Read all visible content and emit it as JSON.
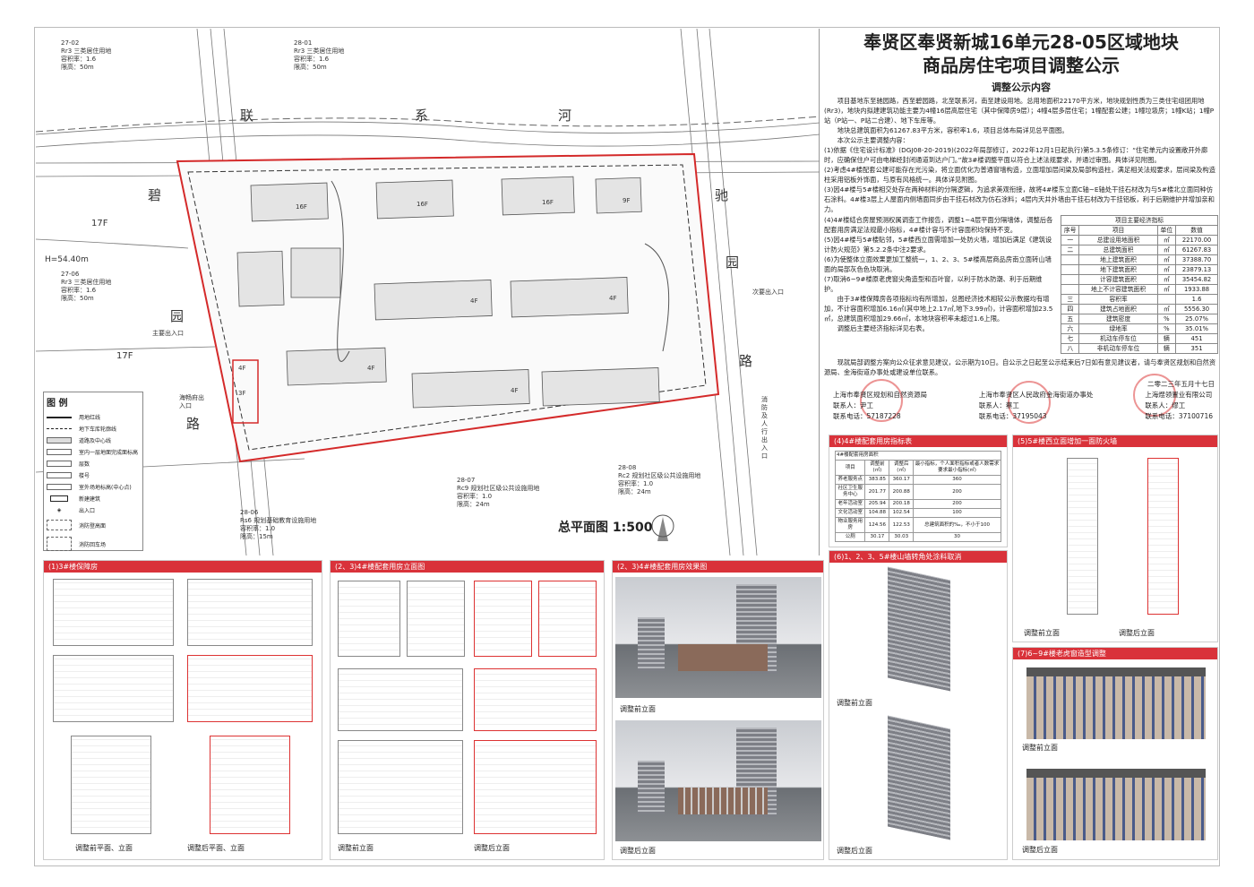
{
  "title_line1": "奉贤区奉贤新城16单元28-05区域地块",
  "title_line2": "商品房住宅项目调整公示",
  "subtitle": "调整公示内容",
  "paragraphs": {
    "p1": "项目基地东至驰园路，西至碧园路，北至联系河，南至建设用地。总用地面积22170平方米，地块规划性质为三类住宅组团用地(Rr3)，地块内拟建建筑功能主要为4幢16层高层住宅（其中保障房9层）；4幢4层多层住宅；1幢配套公建；1幢垃圾房；1幢K站；1幢P站（P站一、P站二合建）、地下车库等。",
    "p2": "地块总建筑面积为61267.83平方米，容积率1.6，项目总体布局详见总平面图。",
    "p3": "本次公示主要调整内容：",
    "i1": "(1)依据《住宅设计标准》(DGJ08-20-2019)(2022年局部修订，2022年12月1日起执行)第5.3.5条修订：“住宅单元内设置敞开外廊时，应确保住户可由电梯经封闭通道到达户门。”故3#楼调整平面以符合上述法规要求，并通过审图。具体详见附图。",
    "i2": "(2)考虑4#楼配套公建可能存在光污染，将立面优化为普通窗墙构造，立面增加层间梁及局部构造柱，满足相关法规要求，层间梁及构造柱采用铝板外饰面，与原有风格统一。具体详见附图。",
    "i3": "(3)因4#楼与5#楼相交处存在两种材料的分隔逻辑，为追求美观衔接，故将4#楼东立面C轴~E轴处干挂石材改为与5#楼北立面同种仿石涂料。4#楼3层上人屋面内侧墙面同步由干挂石材改为仿石涂料；4层内天井外墙由干挂石材改为干挂铝板，利于后期维护并增加亲和力。",
    "i4": "(4)4#楼结合房屋预测权属调查工作报告，调整1~4层平面分隔墙体，调整后各配套用房满足法规最小指标，4#楼计容与不计容面积均保持不变。",
    "i5": "(5)因4#楼与5#楼贴邻，5#楼西立面需增加一处防火墙，增加后满足《建筑设计防火规范》第5.2.2条中注2要求。",
    "i6": "(6)为使整体立面效果更加工整统一，1、2、3、5#楼高层商品房南立面转山墙面的局部灰色色块取消。",
    "i7": "(7)取消6~9#楼原老虎窗尖角造型和百叶窗，以利于防水防潮、利于后期维护。",
    "p4": "由于3#楼保障房各项指标均有所增加，总图经济技术相较公示数据均有增加，不计容面积增加6.16㎡(其中地上2.17㎡,地下3.99㎡)，计容面积增加23.5㎡，总建筑面积增加29.66㎡，本地块容积率未超过1.6上限。",
    "p5": "调整后主要经济指标详见右表。",
    "notice": "现就局部调整方案向公众征求意见建议，公示期为10日。自公示之日起至公示结束后7日如有意见建议者，请与奉贤区规划和自然资源局、金海街道办事处或建设单位联系。"
  },
  "date": "二零二三年五月十七日",
  "signatories": [
    {
      "org": "上海市奉贤区规划和自然资源局",
      "contact": "联系人：尹工",
      "phone": "联系电话：57187228"
    },
    {
      "org": "上海市奉贤区人民政府金海街道办事处",
      "contact": "联系人：蔡工",
      "phone": "联系电话：37195043"
    },
    {
      "org": "上海煜领置业有限公司",
      "contact": "联系人：缪工",
      "phone": "联系电话：37100716"
    }
  ],
  "econ_table": {
    "caption": "项目主要经济指标",
    "headers": [
      "序号",
      "项目",
      "单位",
      "数值"
    ],
    "rows": [
      [
        "一",
        "总建设用地面积",
        "㎡",
        "22170.00"
      ],
      [
        "二",
        "总建筑面积",
        "㎡",
        "61267.83"
      ],
      [
        "",
        "地上建筑面积",
        "㎡",
        "37388.70"
      ],
      [
        "",
        "地下建筑面积",
        "㎡",
        "23879.13"
      ],
      [
        "",
        "计容建筑面积",
        "㎡",
        "35454.82"
      ],
      [
        "",
        "地上不计容建筑面积",
        "㎡",
        "1933.88"
      ],
      [
        "三",
        "容积率",
        "",
        "1.6"
      ],
      [
        "四",
        "建筑占地面积",
        "㎡",
        "5556.30"
      ],
      [
        "五",
        "建筑密度",
        "%",
        "25.07%"
      ],
      [
        "六",
        "绿地率",
        "%",
        "35.01%"
      ],
      [
        "七",
        "机动车停车位",
        "辆",
        "451"
      ],
      [
        "八",
        "非机动车停车位",
        "辆",
        "351"
      ]
    ]
  },
  "site_plan": {
    "roads": [
      "联",
      "系",
      "河",
      "碧",
      "园",
      "路",
      "驰",
      "园",
      "路"
    ],
    "plots": [
      {
        "code": "27-02",
        "type": "Rr3 三类居住用地",
        "far": "容积率：1.6",
        "height": "限高：50m"
      },
      {
        "code": "28-01",
        "type": "Rr3 三类居住用地",
        "far": "容积率：1.6",
        "height": "限高：50m"
      },
      {
        "code": "27-06",
        "type": "Rr3 三类居住用地",
        "far": "容积率：1.6",
        "height": "限高：50m"
      },
      {
        "code": "28-06",
        "type": "Rs6 规划基础教育设施用地",
        "far": "容积率：1.0",
        "height": "限高：15m"
      },
      {
        "code": "28-07",
        "type": "Rc9 规划社区级公共设施用地",
        "far": "容积率：1.0",
        "height": "限高：24m"
      },
      {
        "code": "28-08",
        "type": "Rc2 规划社区级公共设施用地",
        "far": "容积率：1.0",
        "height": "限高：24m"
      }
    ],
    "entrances": [
      "主要出入口",
      "海畅府出入口",
      "次要出入口",
      "消防及人行出入口"
    ],
    "floors": [
      "16F",
      "16F",
      "16F",
      "9F",
      "4F",
      "4F",
      "4F",
      "4F",
      "4F",
      "3F",
      "17F",
      "17F"
    ],
    "height_note": "H=54.40m",
    "scale_title": "总平面图 1:500",
    "legend_title": "图 例",
    "legend": [
      "用地红线",
      "地下车库轮廓线",
      "道路及中心线",
      "室内一层地面完成面标高",
      "层数",
      "楼号",
      "室外场地标高(中心点)",
      "新建建筑",
      "出入口",
      "消防登高面",
      "消防回车场"
    ]
  },
  "panels": {
    "p1": {
      "title": "(1)3#楼保障房",
      "cap_before": "调整前平面、立面",
      "cap_after": "调整后平面、立面"
    },
    "p2": {
      "title": "(2、3)4#楼配套用房立面图",
      "cap_before": "调整前立面",
      "cap_after": "调整后立面"
    },
    "p3": {
      "title": "(2、3)4#楼配套用房效果图",
      "cap_before": "调整前立面",
      "cap_after": "调整后立面"
    },
    "p4": {
      "title": "(4)4#楼配套用房指标表",
      "table_caption": "4#楼配套用房面积",
      "headers": [
        "项目",
        "调整前(㎡)",
        "调整后(㎡)",
        "最小指标，个人面积指标或者人数需求要求最小指标(㎡)"
      ],
      "rows": [
        [
          "养老服务点",
          "383.85",
          "360.17",
          "360"
        ],
        [
          "社区卫生服务中心",
          "201.77",
          "200.88",
          "200"
        ],
        [
          "老年活动室",
          "205.94",
          "200.18",
          "200"
        ],
        [
          "文化活动室",
          "104.88",
          "102.54",
          "100"
        ],
        [
          "物业服务用房",
          "124.56",
          "122.53",
          "总建筑面积的‰，不小于100"
        ],
        [
          "公厕",
          "30.17",
          "30.03",
          "30"
        ]
      ]
    },
    "p5": {
      "title": "(5)5#楼西立面增加一面防火墙",
      "cap_before": "调整前立面",
      "cap_after": "调整后立面"
    },
    "p6": {
      "title": "(6)1、2、3、5#楼山墙转角处涂料取消",
      "cap_before": "调整前立面",
      "cap_after": "调整后立面"
    },
    "p7": {
      "title": "(7)6~9#楼老虎窗造型调整",
      "cap_before": "调整前立面",
      "cap_after": "调整后立面"
    }
  },
  "colors": {
    "accent": "#d9323a",
    "redline": "#d42a2a"
  }
}
